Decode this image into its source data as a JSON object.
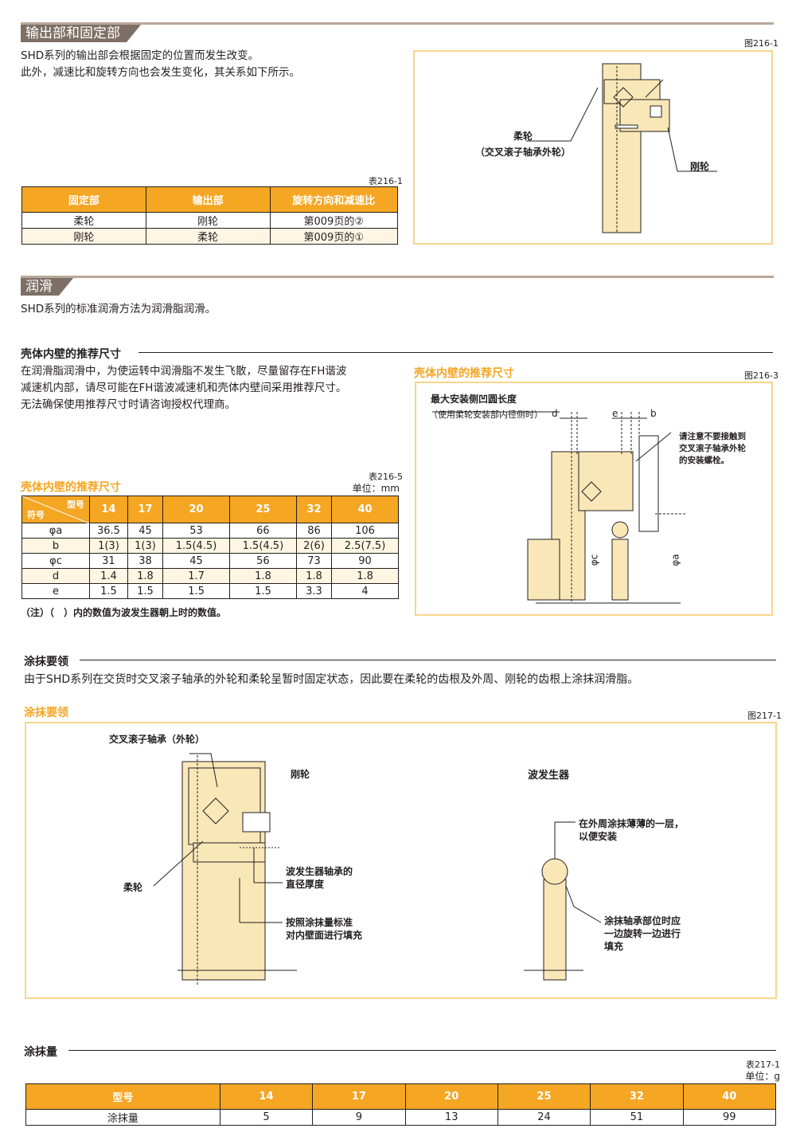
{
  "colors": {
    "accent": "#f5a623",
    "tab_bg": "#7d6f66",
    "fig_border": "#f7d58c",
    "part_fill": "#f9e7b8"
  },
  "section1": {
    "title": "输出部和固定部",
    "line1": "SHD系列的输出部会根据固定的位置而发生改变。",
    "line2": "此外，减速比和旋转方向也会发生变化，其关系如下所示。",
    "fig_ref": "图216-1",
    "table_ref": "表216-1",
    "table": {
      "headers": [
        "固定部",
        "输出部",
        "旋转方向和减速比"
      ],
      "rows": [
        [
          "柔轮",
          "刚轮",
          "第009页的②"
        ],
        [
          "刚轮",
          "柔轮",
          "第009页的①"
        ]
      ]
    },
    "figure": {
      "label_flexspline": "柔轮",
      "label_flexspline_sub": "（交叉滚子轴承外轮）",
      "label_circular": "刚轮"
    }
  },
  "section2": {
    "title": "润滑",
    "intro": "SHD系列的标准润滑方法为润滑脂润滑。",
    "housing": {
      "subtitle": "壳体内壁的推荐尺寸",
      "para1": "在润滑脂润滑中，为使运转中润滑脂不发生飞散，尽量留存在FH谐波",
      "para2": "减速机内部，请尽可能在FH谐波减速机和壳体内壁间采用推荐尺寸。",
      "para3": "无法确保使用推荐尺寸时请咨询授权代理商。",
      "table_title": "壳体内壁的推荐尺寸",
      "table_ref": "表216-5",
      "unit": "单位：mm",
      "corner_top": "型号",
      "corner_bottom": "符号",
      "models": [
        "14",
        "17",
        "20",
        "25",
        "32",
        "40"
      ],
      "rows": [
        {
          "sym": "φa",
          "vals": [
            "36.5",
            "45",
            "53",
            "66",
            "86",
            "106"
          ]
        },
        {
          "sym": "b",
          "vals": [
            "1(3)",
            "1(3)",
            "1.5(4.5)",
            "1.5(4.5)",
            "2(6)",
            "2.5(7.5)"
          ]
        },
        {
          "sym": "φc",
          "vals": [
            "31",
            "38",
            "45",
            "56",
            "73",
            "90"
          ]
        },
        {
          "sym": "d",
          "vals": [
            "1.4",
            "1.8",
            "1.7",
            "1.8",
            "1.8",
            "1.8"
          ]
        },
        {
          "sym": "e",
          "vals": [
            "1.5",
            "1.5",
            "1.5",
            "1.5",
            "3.3",
            "4"
          ]
        }
      ],
      "note": "（注）（　）内的数值为波发生器朝上时的数值。",
      "fig_title": "壳体内壁的推荐尺寸",
      "fig_ref": "图216-3",
      "fig_label1": "最大安装侧凹圆长度",
      "fig_label2": "（使用柔轮安装部内径侧时）",
      "fig_d": "d",
      "fig_e": "e",
      "fig_b": "b",
      "fig_c": "φc",
      "fig_a": "φa",
      "fig_note1": "请注意不要接触到",
      "fig_note2": "交叉滚子轴承外轮",
      "fig_note3": "的安装螺栓。"
    },
    "apply": {
      "subtitle": "涂抹要领",
      "para": "由于SHD系列在交货时交叉滚子轴承的外轮和柔轮呈暂时固定状态，因此要在柔轮的齿根及外周、刚轮的齿根上涂抹润滑脂。",
      "fig_title": "涂抹要领",
      "fig_ref": "图217-1",
      "lbl_bearing": "交叉滚子轴承（外轮）",
      "lbl_circular": "刚轮",
      "lbl_flex": "柔轮",
      "lbl_wg_bearing1": "波发生器轴承的",
      "lbl_wg_bearing2": "直径厚度",
      "lbl_fill1": "按照涂抹量标准",
      "lbl_fill2": "对内壁面进行填充",
      "lbl_wg": "波发生器",
      "lbl_outer1": "在外周涂抹薄薄的一层，",
      "lbl_outer2": "以便安装",
      "lbl_rot1": "涂抹轴承部位时应",
      "lbl_rot2": "一边旋转一边进行",
      "lbl_rot3": "填充"
    },
    "amount": {
      "subtitle": "涂抹量",
      "table_ref": "表217-1",
      "unit": "单位：g",
      "header_label": "型号",
      "row_label": "涂抹量",
      "models": [
        "14",
        "17",
        "20",
        "25",
        "32",
        "40"
      ],
      "values": [
        "5",
        "9",
        "13",
        "24",
        "51",
        "99"
      ]
    }
  }
}
